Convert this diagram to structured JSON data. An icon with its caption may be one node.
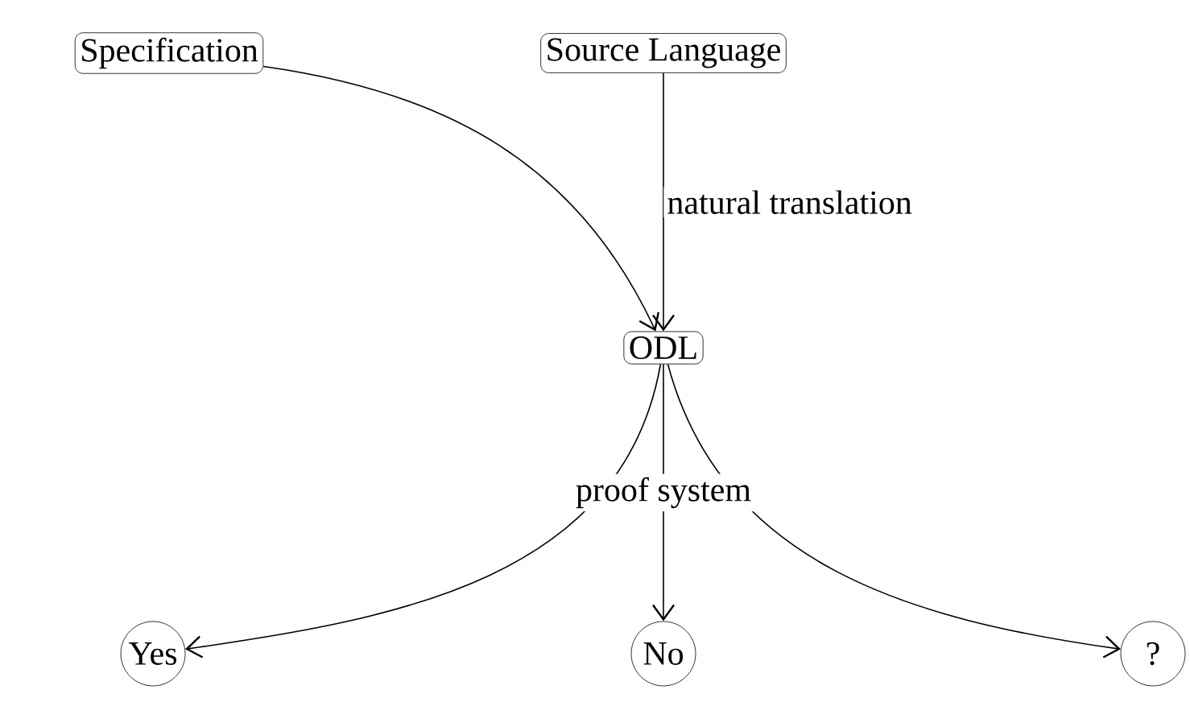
{
  "diagram": {
    "nodes": [
      {
        "text": [
          "Specification"
        ]
      },
      {
        "text": [
          "Source Language"
        ]
      },
      {
        "text": [
          "ODL"
        ]
      },
      {
        "text": [
          "Yes"
        ]
      },
      {
        "text": [
          "No"
        ]
      },
      {
        "text": [
          "?"
        ]
      }
    ],
    "edges": [
      {
        "from": 0,
        "to": 2,
        "arrow": "to"
      },
      {
        "from": 1,
        "to": 2,
        "arrow": "to",
        "label": "natural translation"
      },
      {
        "from": 2,
        "to": 3,
        "arrow": "to"
      },
      {
        "from": 2,
        "to": 4,
        "arrow": "to",
        "label": "proof system"
      },
      {
        "from": 2,
        "to": 5,
        "arrow": "to"
      }
    ]
  }
}
